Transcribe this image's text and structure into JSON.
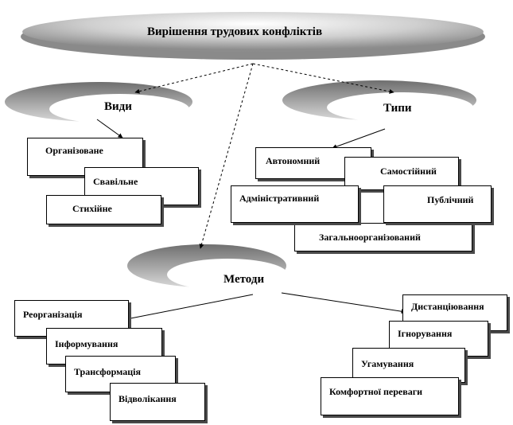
{
  "title": "Вирішення трудових конфліктів",
  "categories": {
    "kinds": {
      "label": "Види",
      "items": [
        "Організоване",
        "Свавільне",
        "Стихійне"
      ]
    },
    "types": {
      "label": "Типи",
      "items": [
        "Автономний",
        "Самостійний",
        "Адміністративний",
        "Публічний",
        "Загальноорганізований"
      ]
    },
    "methods": {
      "label": "Методи",
      "left_items": [
        "Реорганізація",
        "Інформування",
        "Трансформація",
        "Відволікання"
      ],
      "right_items": [
        "Дистанціювання",
        "Ігнорування",
        "Угамування",
        "Комфортної переваги"
      ]
    }
  },
  "colors": {
    "ellipse_dark": "#7f7f7f",
    "ellipse_light": "#e6e6e6",
    "shadow": "#4a4a4a"
  }
}
